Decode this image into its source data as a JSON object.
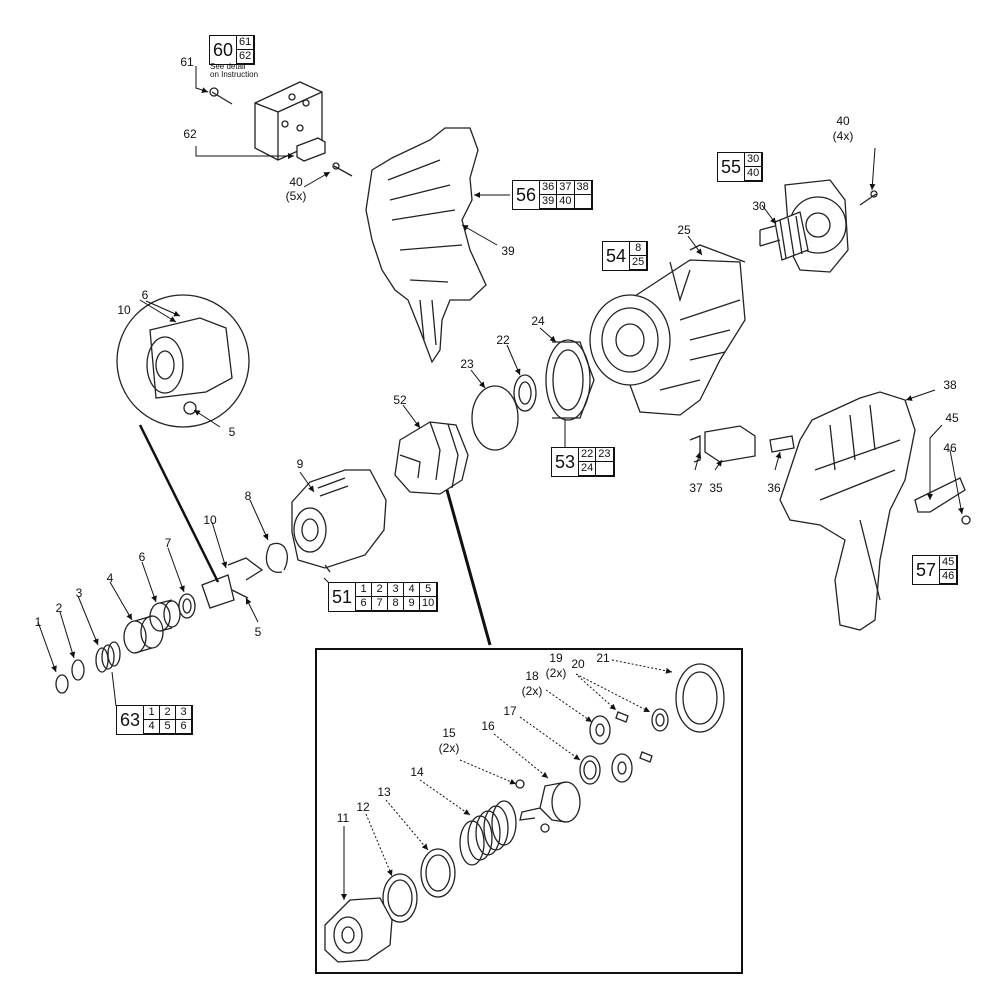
{
  "callouts": {
    "c61": "61",
    "c62": "62",
    "c40a": "40",
    "c40a_qty": "(5x)",
    "c39": "39",
    "c40b": "40",
    "c40b_qty": "(4x)",
    "c30": "30",
    "c25": "25",
    "c6a": "6",
    "c10a": "10",
    "c5a": "5",
    "c23": "23",
    "c22": "22",
    "c24": "24",
    "c52": "52",
    "c38": "38",
    "c45": "45",
    "c46": "46",
    "c9": "9",
    "c8": "8",
    "c10b": "10",
    "c7": "7",
    "c6b": "6",
    "c4": "4",
    "c3": "3",
    "c2": "2",
    "c1": "1",
    "c5b": "5",
    "c37": "37",
    "c35": "35",
    "c36": "36",
    "c21": "21",
    "c19": "19",
    "c19_qty": "(2x)",
    "c20": "20",
    "c18": "18",
    "c18_qty": "(2x)",
    "c17": "17",
    "c16": "16",
    "c15": "15",
    "c15_qty": "(2x)",
    "c14": "14",
    "c13": "13",
    "c12": "12",
    "c11": "11"
  },
  "groups": {
    "g60": {
      "num": "60",
      "cells": [
        "61",
        "62"
      ]
    },
    "g56": {
      "num": "56",
      "cells": [
        "36",
        "37",
        "38",
        "39",
        "40",
        ""
      ]
    },
    "g55": {
      "num": "55",
      "cells": [
        "30",
        "40"
      ]
    },
    "g54": {
      "num": "54",
      "cells": [
        "8",
        "25"
      ]
    },
    "g53": {
      "num": "53",
      "cells": [
        "22",
        "23",
        "24",
        ""
      ]
    },
    "g57": {
      "num": "57",
      "cells": [
        "45",
        "46"
      ]
    },
    "g51": {
      "num": "51",
      "cells": [
        "1",
        "2",
        "3",
        "4",
        "5",
        "6",
        "7",
        "8",
        "9",
        "10"
      ]
    },
    "g63": {
      "num": "63",
      "cells": [
        "1",
        "2",
        "3",
        "4",
        "5",
        "6"
      ]
    }
  },
  "note": {
    "line1": "See detail",
    "line2": "on Instruction"
  }
}
